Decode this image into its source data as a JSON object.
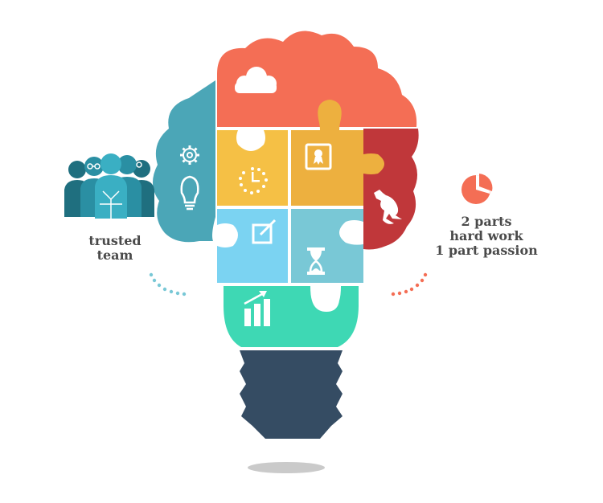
{
  "left_caption": {
    "line1": "trusted",
    "line2": "team"
  },
  "right_caption": {
    "line1": "2 parts",
    "line2": "hard work",
    "line3": "1 part passion"
  },
  "colors": {
    "coral": "#F46E55",
    "teal": "#4BA6B7",
    "red": "#C0373A",
    "yellow": "#F5C045",
    "amber": "#EDB03F",
    "light_blue": "#7BD3F2",
    "powder_blue": "#79C8D6",
    "mint": "#3ED8B4",
    "navy": "#354C63",
    "team_teal": "#2A8FA3",
    "text": "#4a4a4a"
  },
  "icons": [
    "cloud-icon",
    "gear-icon",
    "lightbulb-icon",
    "clock-icon",
    "certificate-icon",
    "kangaroo-icon",
    "edit-icon",
    "hourglass-icon",
    "bar-chart-icon",
    "pie-chart-icon",
    "team-icon"
  ]
}
